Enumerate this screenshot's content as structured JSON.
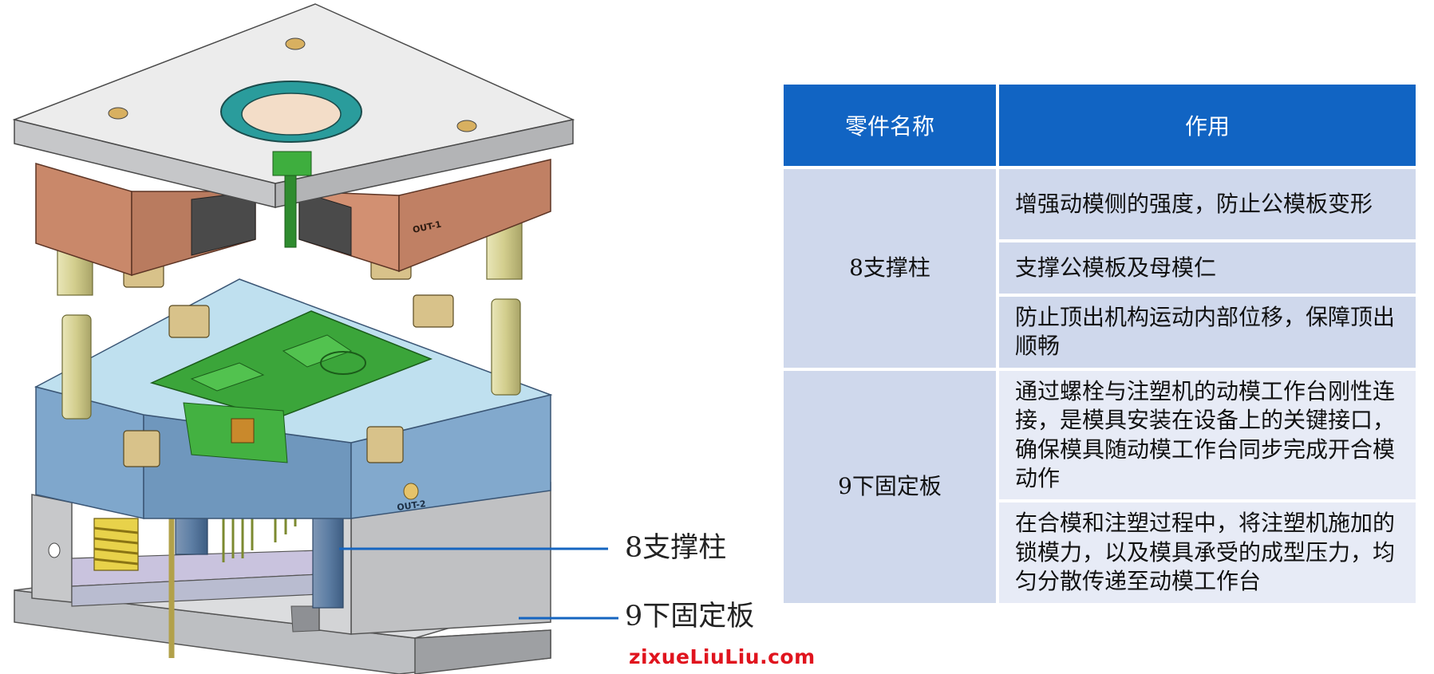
{
  "table": {
    "headers": [
      "零件名称",
      "作用"
    ],
    "rows": [
      {
        "part": "8支撑柱",
        "functions": [
          "增强动模侧的强度，防止公模板变形",
          "支撑公模板及母模仁",
          "防止顶出机构运动内部位移，保障顶出顺畅"
        ]
      },
      {
        "part": "9下固定板",
        "functions": [
          "通过螺栓与注塑机的动模工作台刚性连接，是模具安装在设备上的关键接口，确保模具随动模工作台同步完成开合模动作",
          "在合模和注塑过程中，将注塑机施加的锁模力，以及模具承受的成型压力，均匀分散传递至动模工作台"
        ]
      }
    ]
  },
  "diagram": {
    "labels": {
      "out1": "OUT-1",
      "out2": "OUT-2",
      "callout_support": "8支撑柱",
      "callout_bottom_plate": "9下固定板"
    }
  },
  "watermark": "zixueLiuLiu.com",
  "colors": {
    "header_blue": "#1164c3",
    "row_dark": "#cfd8ec",
    "row_light": "#e7ebf6",
    "leader_line": "#1565c0",
    "watermark": "#e0141e"
  }
}
